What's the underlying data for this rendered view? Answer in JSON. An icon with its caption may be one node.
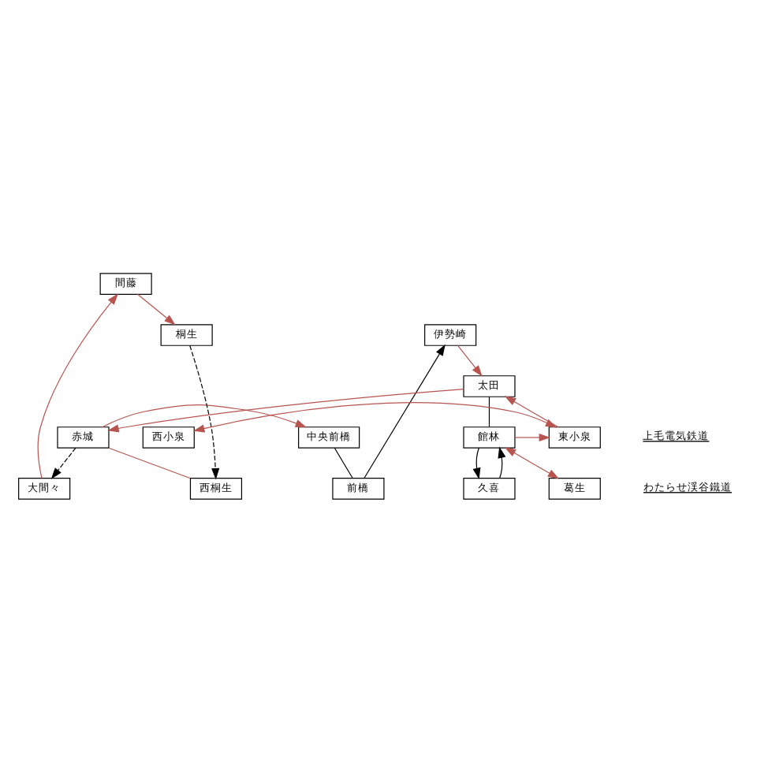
{
  "diagram": {
    "nodes": [
      {
        "text": [
          "間藤"
        ]
      },
      {
        "text": [
          "大間々"
        ]
      },
      {
        "text": [
          "中央前橋"
        ]
      },
      {
        "text": [
          "赤城"
        ]
      },
      {
        "text": [
          "西桐生"
        ]
      },
      {
        "text": [
          "前橋"
        ]
      },
      {
        "text": [
          "伊勢崎"
        ]
      },
      {
        "text": [
          "桐生"
        ]
      },
      {
        "text": [
          "太田"
        ]
      },
      {
        "text": [
          "葛生"
        ]
      },
      {
        "text": [
          "西小泉"
        ]
      },
      {
        "text": [
          "東小泉"
        ]
      },
      {
        "text": [
          "館林"
        ]
      },
      {
        "text": [
          "久喜"
        ]
      }
    ],
    "edges": [
      {
        "from": 1,
        "to": 0,
        "arrow": "to"
      },
      {
        "from": 0,
        "to": 7,
        "arrow": "to"
      },
      {
        "from": 3,
        "to": 1,
        "arrow": "to",
        "style": "dashed",
        "color": "#000000"
      },
      {
        "from": 3,
        "to": 2,
        "arrow": "to"
      },
      {
        "from": 3,
        "to": 4,
        "arrow": "none"
      },
      {
        "from": 7,
        "to": 4,
        "arrow": "to",
        "style": "dashed",
        "color": "#000000"
      },
      {
        "from": 2,
        "to": 5,
        "arrow": "none",
        "color": "#000000"
      },
      {
        "from": 5,
        "to": 6,
        "arrow": "to",
        "color": "#000000"
      },
      {
        "from": 6,
        "to": 8,
        "arrow": "to"
      },
      {
        "from": 8,
        "to": 3,
        "arrow": "to"
      },
      {
        "from": 8,
        "to": 12,
        "arrow": "none",
        "color": "#000000"
      },
      {
        "from": 11,
        "to": 8,
        "arrow": "to"
      },
      {
        "from": 10,
        "to": 11,
        "arrow": "both"
      },
      {
        "from": 12,
        "to": 11,
        "arrow": "to"
      },
      {
        "from": 12,
        "to": 9,
        "arrow": "both"
      },
      {
        "from": 13,
        "to": 12,
        "arrow": "to",
        "color": "#000000"
      },
      {
        "from": 12,
        "to": 13,
        "arrow": "to",
        "color": "#000000"
      }
    ],
    "labels": [
      "わたらせ渓谷鐵道",
      "上毛電気鉄道"
    ]
  }
}
